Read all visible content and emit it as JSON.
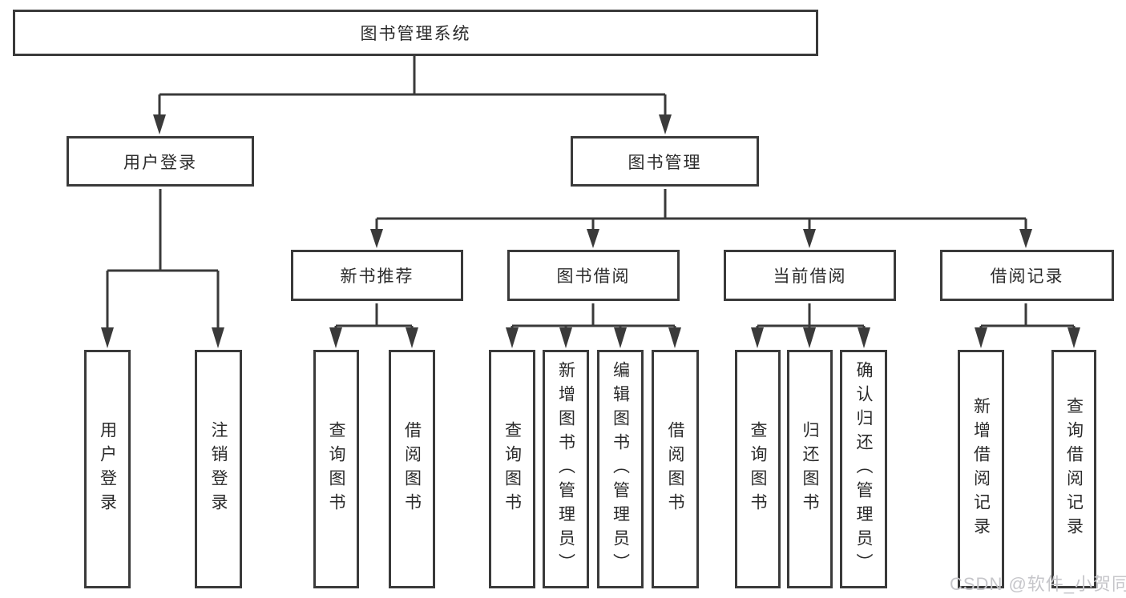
{
  "diagram": {
    "root": {
      "label": "图书管理系统"
    },
    "user_branch": {
      "label": "用户登录",
      "children": [
        {
          "label": "用户登录"
        },
        {
          "label": "注销登录"
        }
      ]
    },
    "books_branch": {
      "label": "图书管理",
      "groups": [
        {
          "label": "新书推荐",
          "children": [
            {
              "label": "查询图书"
            },
            {
              "label": "借阅图书"
            }
          ]
        },
        {
          "label": "图书借阅",
          "children": [
            {
              "label": "查询图书"
            },
            {
              "label": "新增图书（管理员）"
            },
            {
              "label": "编辑图书（管理员）"
            },
            {
              "label": "借阅图书"
            }
          ]
        },
        {
          "label": "当前借阅",
          "children": [
            {
              "label": "查询图书"
            },
            {
              "label": "归还图书"
            },
            {
              "label": "确认归还（管理员）"
            }
          ]
        },
        {
          "label": "借阅记录",
          "children": [
            {
              "label": "新增借阅记录"
            },
            {
              "label": "查询借阅记录"
            }
          ]
        }
      ]
    }
  },
  "watermark": {
    "text": "CSDN @软件_小贺同学"
  },
  "colors": {
    "line": "#3a3a3a",
    "text": "#2b2b2b",
    "background": "#ffffff",
    "watermark": "#c6c6ca"
  }
}
